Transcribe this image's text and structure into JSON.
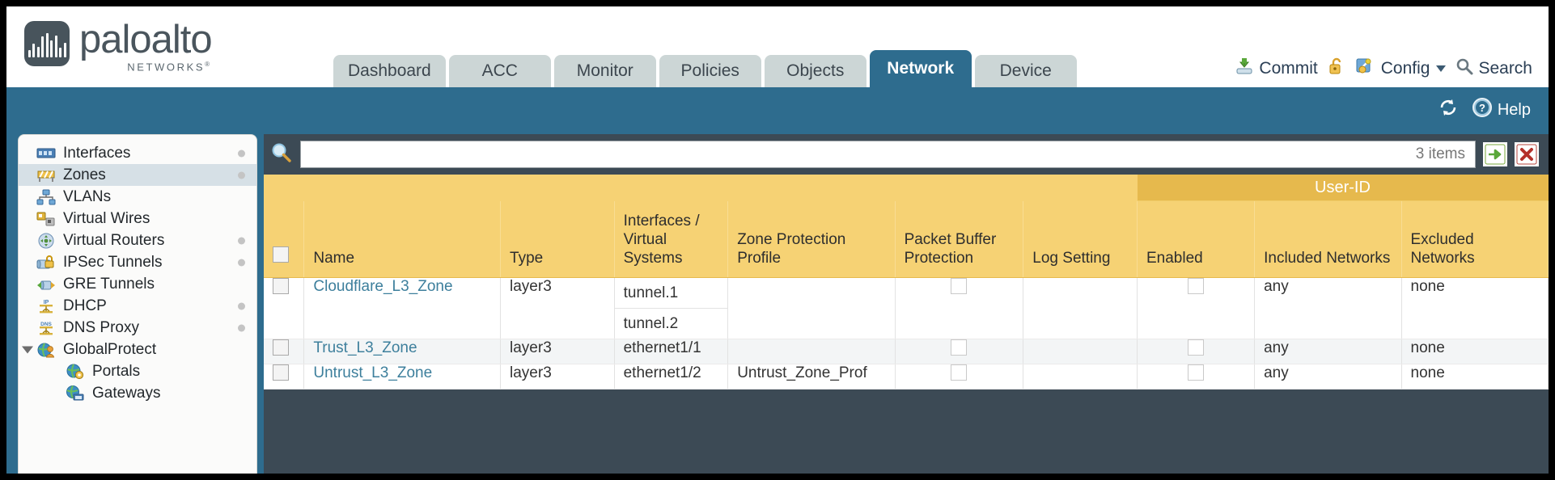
{
  "brand": {
    "name": "paloalto",
    "sub": "NETWORKS",
    "reg": "®"
  },
  "tabs": [
    {
      "label": "Dashboard",
      "active": false
    },
    {
      "label": "ACC",
      "active": false
    },
    {
      "label": "Monitor",
      "active": false
    },
    {
      "label": "Policies",
      "active": false
    },
    {
      "label": "Objects",
      "active": false
    },
    {
      "label": "Network",
      "active": true
    },
    {
      "label": "Device",
      "active": false
    }
  ],
  "header_tools": {
    "commit": "Commit",
    "config": "Config",
    "search": "Search"
  },
  "band": {
    "help": "Help"
  },
  "sidebar": {
    "items": [
      {
        "label": "Interfaces",
        "icon": "interfaces-icon",
        "selected": false,
        "dot": true,
        "child": false,
        "expander": false
      },
      {
        "label": "Zones",
        "icon": "zones-icon",
        "selected": true,
        "dot": true,
        "child": false,
        "expander": false
      },
      {
        "label": "VLANs",
        "icon": "vlans-icon",
        "selected": false,
        "dot": false,
        "child": false,
        "expander": false
      },
      {
        "label": "Virtual Wires",
        "icon": "virtual-wires-icon",
        "selected": false,
        "dot": false,
        "child": false,
        "expander": false
      },
      {
        "label": "Virtual Routers",
        "icon": "virtual-routers-icon",
        "selected": false,
        "dot": true,
        "child": false,
        "expander": false
      },
      {
        "label": "IPSec Tunnels",
        "icon": "ipsec-tunnels-icon",
        "selected": false,
        "dot": true,
        "child": false,
        "expander": false
      },
      {
        "label": "GRE Tunnels",
        "icon": "gre-tunnels-icon",
        "selected": false,
        "dot": false,
        "child": false,
        "expander": false
      },
      {
        "label": "DHCP",
        "icon": "dhcp-icon",
        "selected": false,
        "dot": true,
        "child": false,
        "expander": false
      },
      {
        "label": "DNS Proxy",
        "icon": "dns-proxy-icon",
        "selected": false,
        "dot": true,
        "child": false,
        "expander": false
      },
      {
        "label": "GlobalProtect",
        "icon": "globalprotect-icon",
        "selected": false,
        "dot": false,
        "child": false,
        "expander": true
      },
      {
        "label": "Portals",
        "icon": "portals-icon",
        "selected": false,
        "dot": false,
        "child": true,
        "expander": false
      },
      {
        "label": "Gateways",
        "icon": "gateways-icon",
        "selected": false,
        "dot": false,
        "child": true,
        "expander": false
      }
    ]
  },
  "search": {
    "value": "",
    "placeholder": "",
    "item_count": "3 items",
    "apply_icon": "green-arrow-icon",
    "clear_icon": "red-x-icon"
  },
  "table": {
    "group_header": "User-ID",
    "columns": [
      "Name",
      "Type",
      "Interfaces / Virtual Systems",
      "Zone Protection Profile",
      "Packet Buffer Protection",
      "Log Setting",
      "Enabled",
      "Included Networks",
      "Excluded Networks"
    ],
    "rows": [
      {
        "selected": false,
        "name": "Cloudflare_L3_Zone",
        "type": "layer3",
        "interfaces": [
          "tunnel.1",
          "tunnel.2"
        ],
        "zone_protection_profile": "",
        "packet_buffer_protection": false,
        "log_setting": "",
        "userid_enabled": false,
        "included_networks": "any",
        "excluded_networks": "none"
      },
      {
        "selected": false,
        "name": "Trust_L3_Zone",
        "type": "layer3",
        "interfaces": [
          "ethernet1/1"
        ],
        "zone_protection_profile": "",
        "packet_buffer_protection": false,
        "log_setting": "",
        "userid_enabled": false,
        "included_networks": "any",
        "excluded_networks": "none"
      },
      {
        "selected": false,
        "name": "Untrust_L3_Zone",
        "type": "layer3",
        "interfaces": [
          "ethernet1/2"
        ],
        "zone_protection_profile": "Untrust_Zone_Prof",
        "packet_buffer_protection": false,
        "log_setting": "",
        "userid_enabled": false,
        "included_networks": "any",
        "excluded_networks": "none"
      }
    ]
  },
  "colors": {
    "brand_blue": "#2e6c8e",
    "header_amber": "#f6d274",
    "group_amber": "#e6b94d",
    "link_teal": "#3d7f9c",
    "panel_dark": "#3c4a55"
  }
}
